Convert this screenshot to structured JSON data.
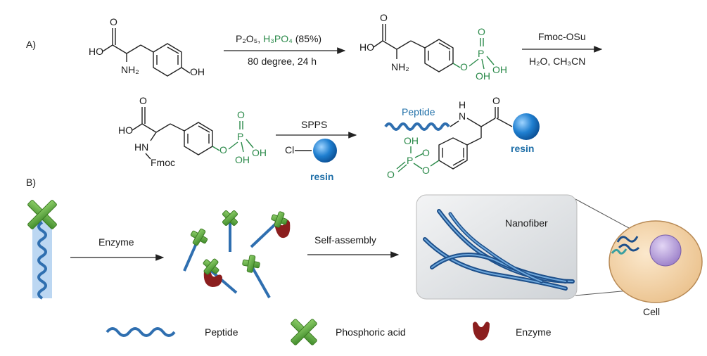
{
  "section_a_label": "A)",
  "section_b_label": "B)",
  "step1": {
    "p2o5": "P₂O₅,",
    "h3po4": "H₃PO₄",
    "pct": "(85%)",
    "conditions": "80 degree, 24 h"
  },
  "step2": {
    "reagent": "Fmoc-OSu",
    "solvent": "H₂O, CH₃CN"
  },
  "step3": {
    "reagent": "SPPS",
    "cl": "Cl",
    "resin": "resin"
  },
  "atoms": {
    "ho": "HO",
    "oh": "OH",
    "o": "O",
    "nh2": "NH₂",
    "p": "P",
    "hn": "HN",
    "fmoc": "Fmoc",
    "h": "H",
    "n": "N"
  },
  "product": {
    "peptide": "Peptide",
    "resin": "resin"
  },
  "scheme_b": {
    "enzyme_arrow": "Enzyme",
    "assembly_arrow": "Self-assembly",
    "nanofiber": "Nanofiber",
    "cell": "Cell"
  },
  "legend": {
    "peptide": "Peptide",
    "phosphoric_acid": "Phosphoric acid",
    "enzyme": "Enzyme"
  },
  "colors": {
    "peptide_blue": "#2f6fb0",
    "phosphate_green": "#5fa83a",
    "enzyme_red": "#8b1e1e",
    "cell_fill": "#f6d9b0",
    "nucleus": "#b49ad8",
    "resin_blue": "#1f7fd0"
  }
}
